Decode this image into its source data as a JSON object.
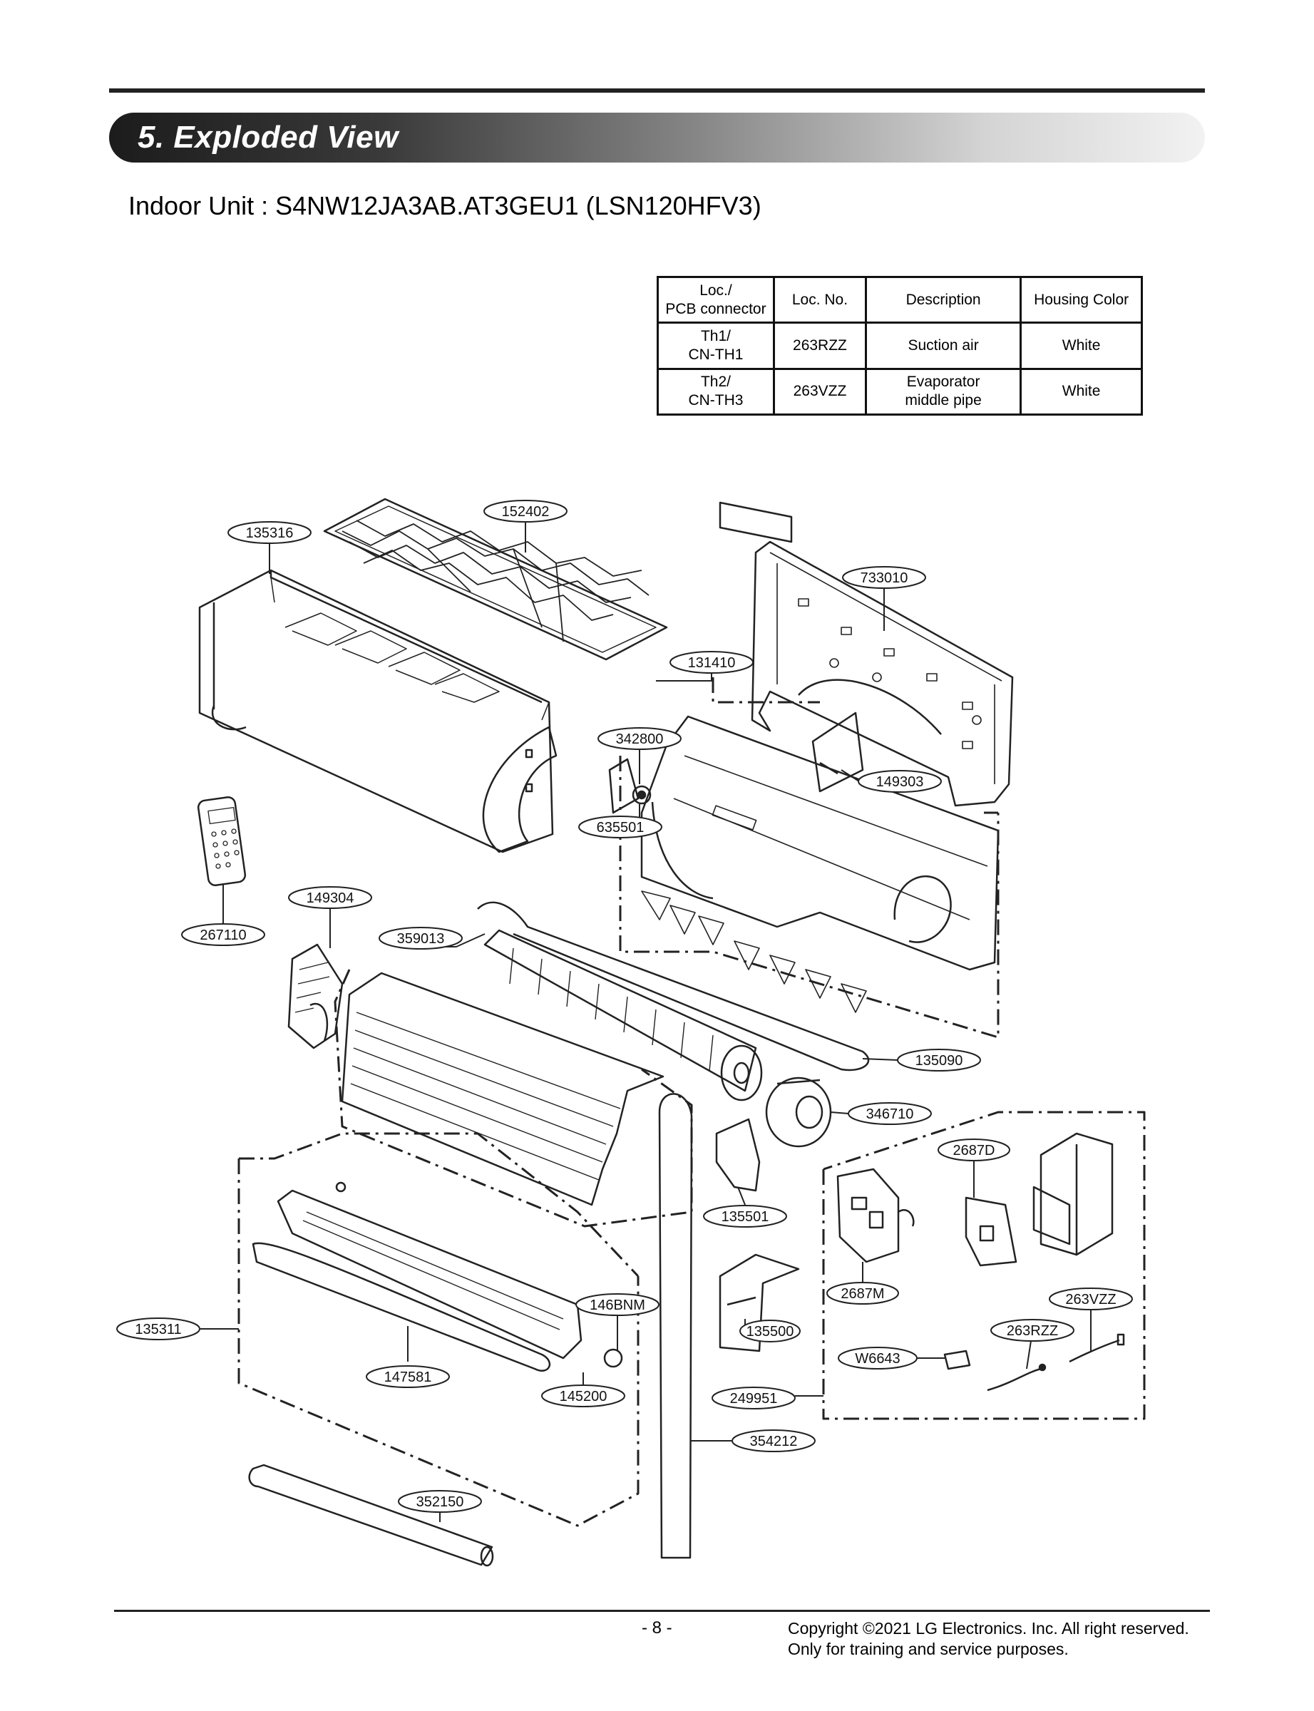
{
  "section": {
    "title": "5. Exploded View"
  },
  "subtitle": "Indoor Unit : S4NW12JA3AB.AT3GEU1 (LSN120HFV3)",
  "sensor_table": {
    "headers": [
      "Loc./\nPCB connector",
      "Loc. No.",
      "Description",
      "Housing Color"
    ],
    "rows": [
      [
        "Th1/\nCN-TH1",
        "263RZZ",
        "Suction air",
        "White"
      ],
      [
        "Th2/\nCN-TH3",
        "263VZZ",
        "Evaporator\nmiddle pipe",
        "White"
      ]
    ]
  },
  "part_labels": {
    "p135316": "135316",
    "p152402": "152402",
    "p733010": "733010",
    "p131410": "131410",
    "p342800": "342800",
    "p149303": "149303",
    "p635501": "635501",
    "p149304": "149304",
    "p267110": "267110",
    "p359013": "359013",
    "p135090": "135090",
    "p346710": "346710",
    "p2687D": "2687D",
    "p135501": "135501",
    "p2687M": "2687M",
    "p263VZZ": "263VZZ",
    "p146BNM": "146BNM",
    "p135311": "135311",
    "p135500": "135500",
    "p263RZZ": "263RZZ",
    "pW6643": "W6643",
    "p147581": "147581",
    "p145200": "145200",
    "p249951": "249951",
    "p354212": "354212",
    "p352150": "352150"
  },
  "footer": {
    "page": "- 8 -",
    "copyright_line1": "Copyright ©2021 LG Electronics. Inc. All right reserved.",
    "copyright_line2": "Only for training and service purposes."
  }
}
